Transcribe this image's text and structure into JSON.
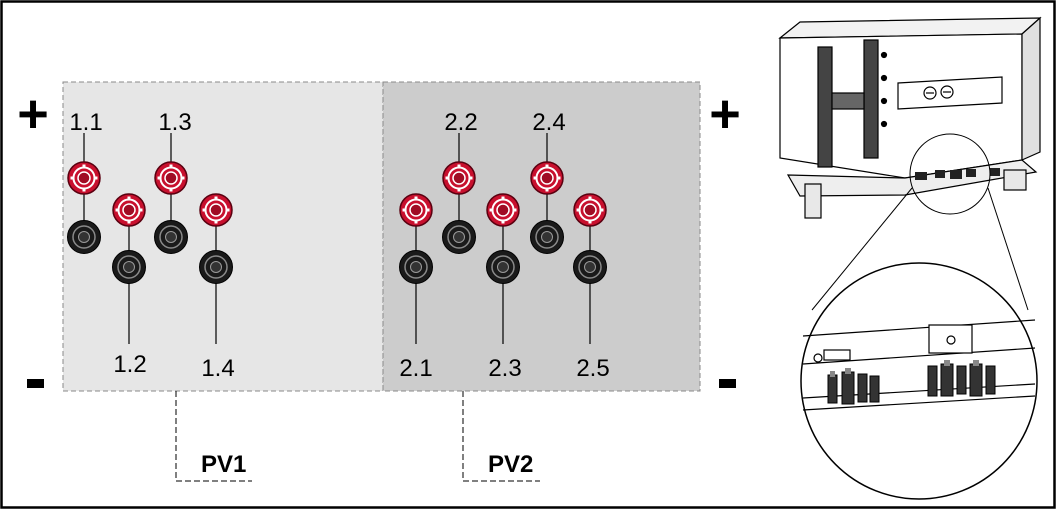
{
  "polarity": {
    "plus": "+",
    "minus": "-"
  },
  "group_pv1": {
    "label": "PV1",
    "top_labels": [
      "1.1",
      "1.3"
    ],
    "bottom_labels": [
      "1.2",
      "1.4"
    ]
  },
  "group_pv2": {
    "label": "PV2",
    "top_labels": [
      "2.2",
      "2.4"
    ],
    "bottom_labels": [
      "2.1",
      "2.3",
      "2.5"
    ]
  },
  "colors": {
    "positive_connector": "#c8102e",
    "negative_connector": "#1a1a1a",
    "pv1_panel": "#e6e6e6",
    "pv2_panel": "#cccccc"
  }
}
